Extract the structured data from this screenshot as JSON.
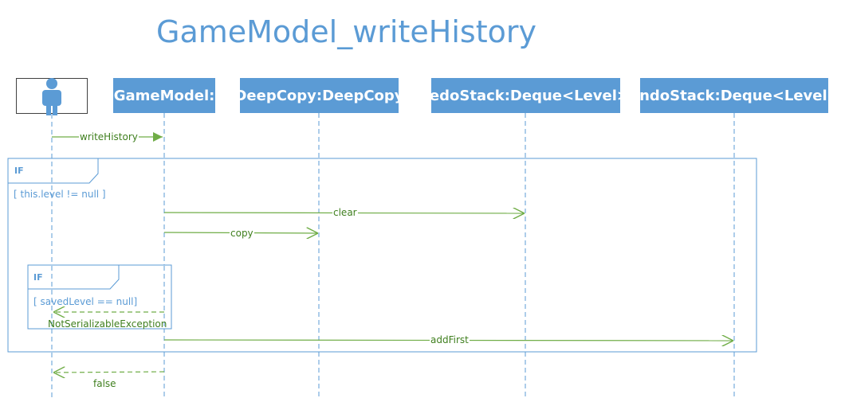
{
  "diagram": {
    "title": "GameModel_writeHistory",
    "lifelines": [
      {
        "id": "actor",
        "label": ""
      },
      {
        "id": "gamemodel",
        "label": "GameModel:"
      },
      {
        "id": "deepcopy",
        "label": "DeepCopy:DeepCopy"
      },
      {
        "id": "redostack",
        "label": "redoStack:Deque<Level>"
      },
      {
        "id": "undostack",
        "label": "undoStack:Deque<Level>"
      }
    ],
    "fragments": [
      {
        "tag": "IF",
        "guard": "[ this.level != null ]"
      },
      {
        "tag": "IF",
        "guard": "[ savedLevel == null]"
      }
    ],
    "messages": [
      {
        "label": "writeHistory",
        "from": "actor",
        "to": "gamemodel",
        "kind": "sync"
      },
      {
        "label": "clear",
        "from": "gamemodel",
        "to": "redostack",
        "kind": "async"
      },
      {
        "label": "copy",
        "from": "gamemodel",
        "to": "deepcopy",
        "kind": "async"
      },
      {
        "label": "NotSerializableException",
        "from": "gamemodel",
        "to": "actor",
        "kind": "return"
      },
      {
        "label": "addFirst",
        "from": "gamemodel",
        "to": "undostack",
        "kind": "async"
      },
      {
        "label": "false",
        "from": "gamemodel",
        "to": "actor",
        "kind": "return"
      }
    ],
    "colors": {
      "lifeline_head": "#5b9bd5",
      "message": "#70ad47",
      "frame": "#5b9bd5",
      "dashed_line": "#5b9bd5"
    }
  }
}
